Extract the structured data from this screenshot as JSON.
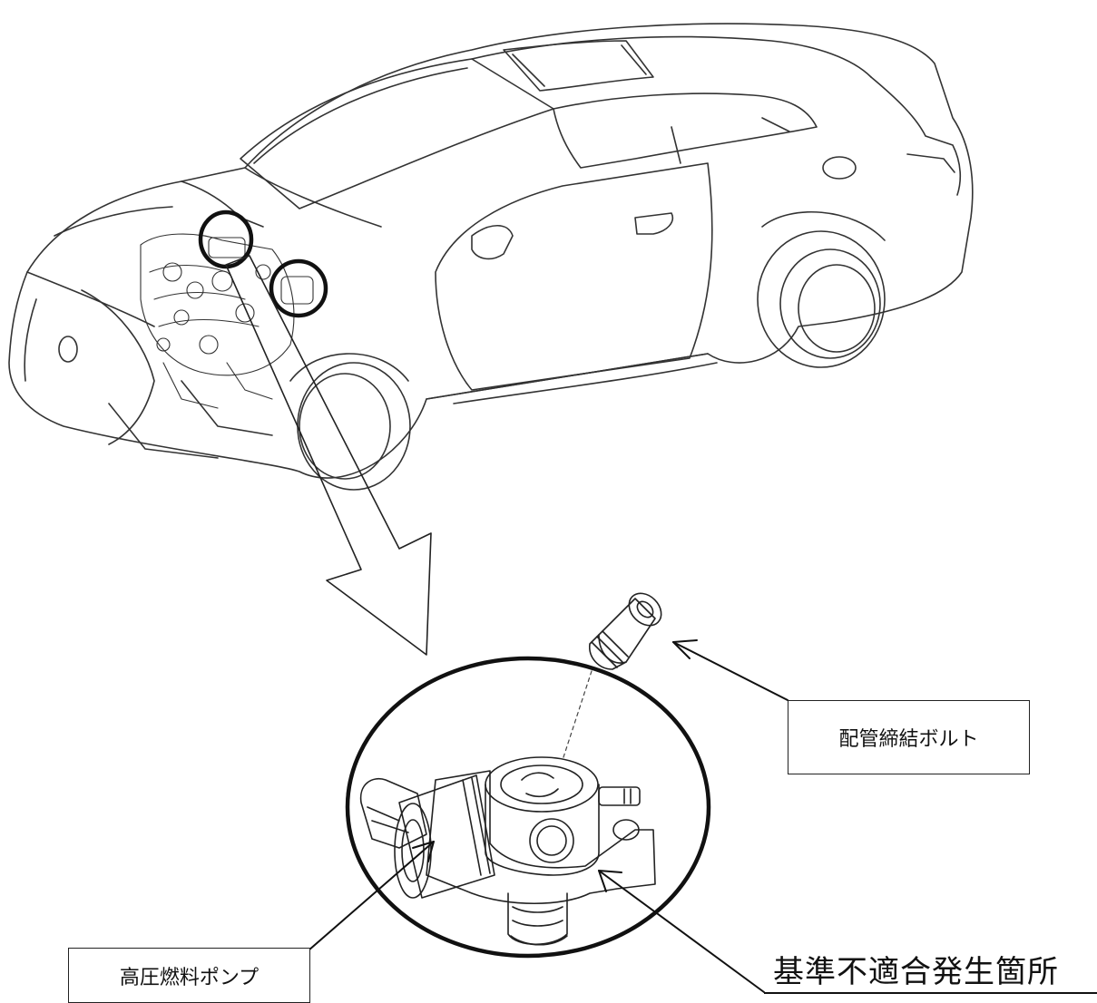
{
  "labels": {
    "bolt": "配管締結ボルト",
    "pump": "高圧燃料ポンプ",
    "defect_location": "基準不適合発生箇所"
  },
  "colors": {
    "line": "#222222",
    "background": "#ffffff"
  }
}
